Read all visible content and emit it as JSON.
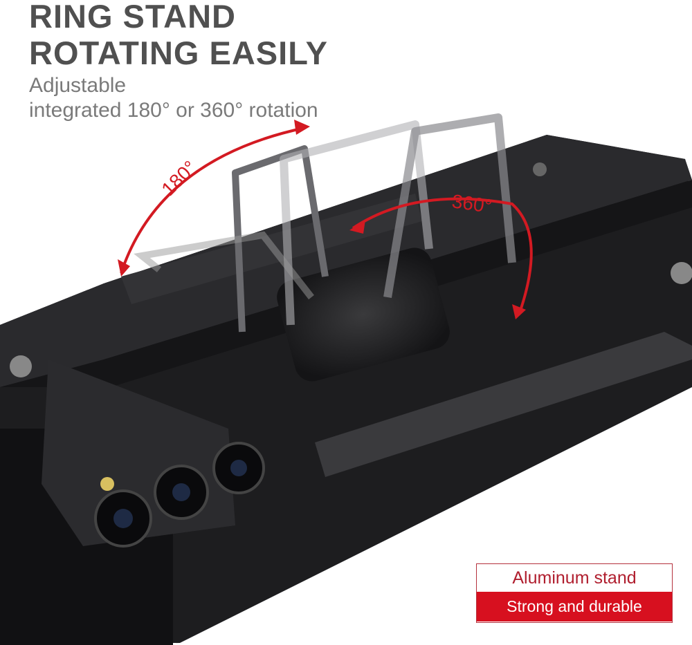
{
  "headline": {
    "line1": "RING STAND",
    "line2": "ROTATING EASILY"
  },
  "subtitle": {
    "line1": "Adjustable",
    "line2": "integrated 180° or 360° rotation"
  },
  "annotations": {
    "angle_a": "180°",
    "angle_b": "360°"
  },
  "badge": {
    "top": "Aluminum stand",
    "bottom": "Strong and durable"
  },
  "colors": {
    "accent_red": "#d7101f",
    "heading_gray": "#505050",
    "case_black": "#1c1c1e"
  }
}
